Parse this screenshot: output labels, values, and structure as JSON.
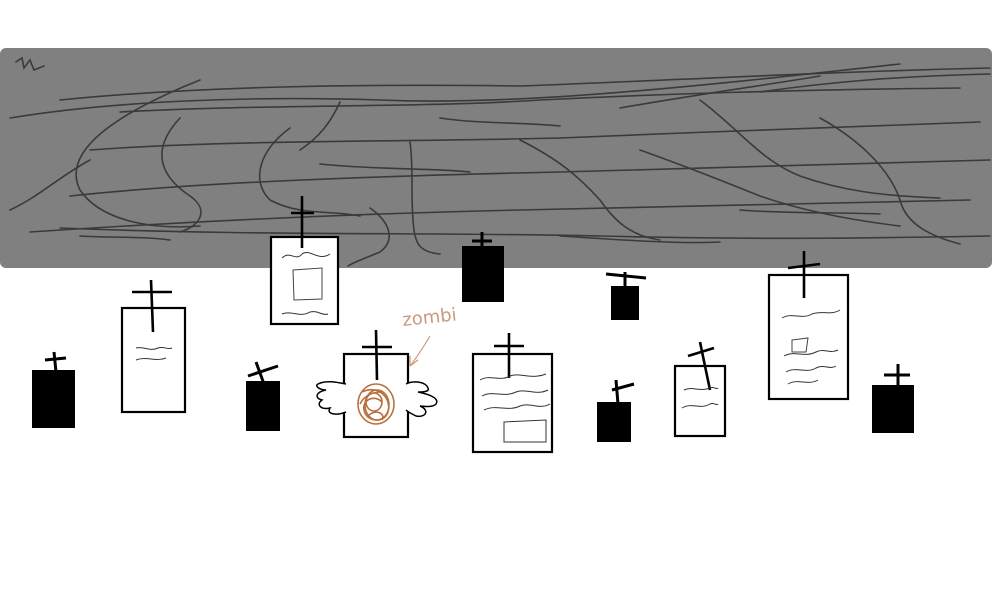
{
  "scene": {
    "sky_color": "#808080",
    "scribble_color": "#3a3a3a",
    "stone_fill": "#000000",
    "outline_color": "#000000",
    "zombie_color": "#b8703f",
    "annotation_color": "#c99a7d"
  },
  "annotation": {
    "label": "zombi"
  },
  "graves": [
    {
      "kind": "solid"
    },
    {
      "kind": "outline",
      "detail": "scribbles"
    },
    {
      "kind": "solid"
    },
    {
      "kind": "outline",
      "detail": "zombie-hands"
    },
    {
      "kind": "outline",
      "detail": "portrait"
    },
    {
      "kind": "solid"
    },
    {
      "kind": "outline",
      "detail": "scribbles"
    },
    {
      "kind": "solid"
    },
    {
      "kind": "solid"
    },
    {
      "kind": "outline",
      "detail": "scribbles"
    },
    {
      "kind": "outline",
      "detail": "portrait"
    },
    {
      "kind": "solid"
    }
  ]
}
